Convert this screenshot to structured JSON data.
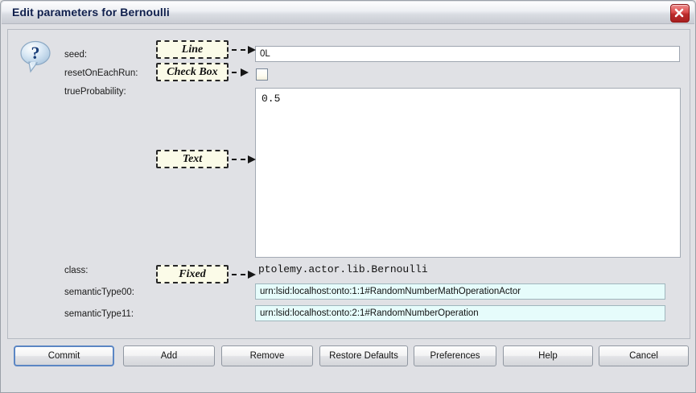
{
  "window": {
    "title": "Edit parameters for Bernoulli",
    "close_icon": "close-icon",
    "help_icon": "question-mark-bubble-icon"
  },
  "form": {
    "rows": [
      {
        "label": "seed:",
        "value": "0L",
        "kind": "line"
      },
      {
        "label": "resetOnEachRun:",
        "value": "",
        "kind": "checkbox",
        "checked": false
      },
      {
        "label": "trueProbability:",
        "value": "0.5",
        "kind": "textarea"
      },
      {
        "label": "class:",
        "value": "ptolemy.actor.lib.Bernoulli",
        "kind": "fixed"
      },
      {
        "label": "semanticType00:",
        "value": "urn:lsid:localhost:onto:1:1#RandomNumberMathOperationActor",
        "kind": "semantic"
      },
      {
        "label": "semanticType11:",
        "value": "urn:lsid:localhost:onto:2:1#RandomNumberOperation",
        "kind": "semantic"
      }
    ]
  },
  "annotations": [
    {
      "text": "Line",
      "target": "seed"
    },
    {
      "text": "Check Box",
      "target": "resetOnEachRun"
    },
    {
      "text": "Text",
      "target": "trueProbability"
    },
    {
      "text": "Fixed",
      "target": "class"
    }
  ],
  "buttons": [
    {
      "label": "Commit",
      "default": true
    },
    {
      "label": "Add",
      "default": false
    },
    {
      "label": "Remove",
      "default": false
    },
    {
      "label": "Restore Defaults",
      "default": false
    },
    {
      "label": "Preferences",
      "default": false
    },
    {
      "label": "Help",
      "default": false
    },
    {
      "label": "Cancel",
      "default": false
    }
  ],
  "colors": {
    "title_text": "#10204d",
    "callout_bg": "#fbfbe8",
    "semantic_field_bg": "#e6fcfb",
    "panel_bg": "#e0e1e5",
    "close_button": "#bb2c2c",
    "default_button_border": "#5b86c4"
  }
}
